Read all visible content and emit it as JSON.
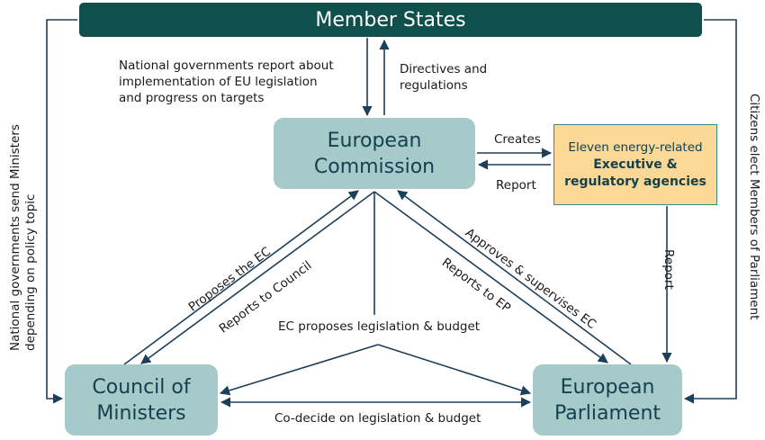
{
  "member_states": "Member States",
  "commission": {
    "line1": "European",
    "line2": "Commission"
  },
  "council": {
    "line1": "Council of",
    "line2": "Ministers"
  },
  "parliament": {
    "line1": "European",
    "line2": "Parliament"
  },
  "agencies": {
    "line1": "Eleven energy-related",
    "line2": "Executive &",
    "line3": "regulatory agencies"
  },
  "labels": {
    "national_report": [
      "National governments report about",
      "implementation of EU legislation",
      "and progress on targets"
    ],
    "directives": [
      "Directives and",
      "regulations"
    ],
    "creates": "Creates",
    "report_to_ec": "Report",
    "report_down": "Report",
    "proposes_ec": "Proposes the EC",
    "reports_council": "Reports to Council",
    "approves": "Approves & supervises EC",
    "reports_ep": "Reports to EP",
    "ec_proposes": "EC proposes legislation & budget",
    "codecide": "Co-decide on legislation & budget",
    "left_side": [
      "National governments send Ministers",
      "depending on policy topic"
    ],
    "right_side": "Citizens elect Members of Parliament"
  },
  "colors": {
    "banner": "#0f4f4c",
    "node": "#a6c9c9",
    "agency": "#fbd896",
    "line": "#1c3f5a",
    "node_text": "#14414f"
  }
}
